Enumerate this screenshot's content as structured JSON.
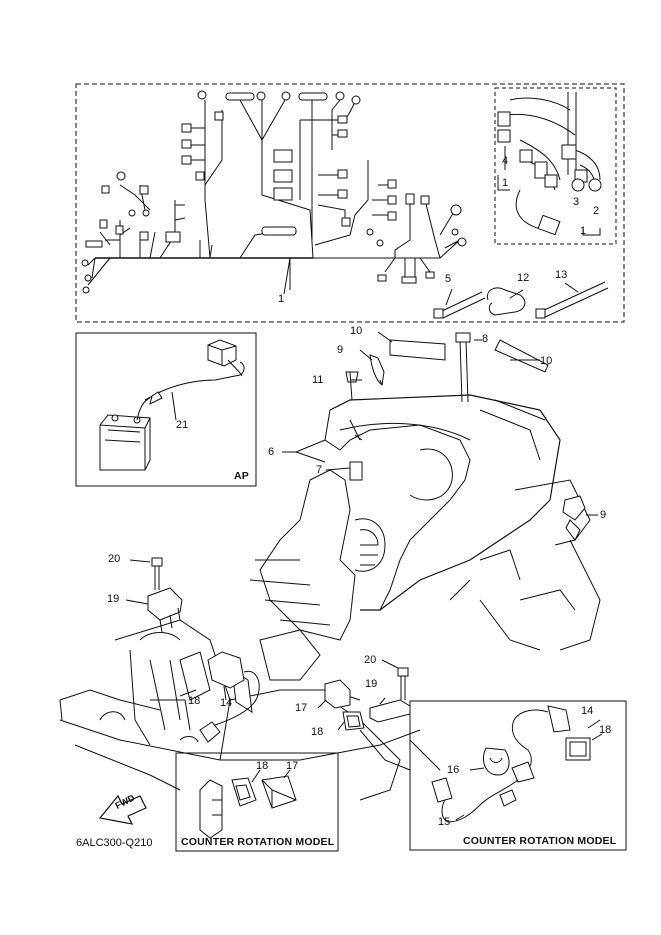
{
  "diagram_code": "6ALC300-Q210",
  "fwd_arrow_text": "FWD",
  "inset_ap_label": "AP",
  "counter_rotation_left": "COUNTER ROTATION MODEL",
  "counter_rotation_right": "COUNTER ROTATION MODEL",
  "callouts": {
    "c1_main": "1",
    "c1_inset": "1",
    "c1_inset_b": "1",
    "c2": "2",
    "c3": "3",
    "c4": "4",
    "c5": "5",
    "c6": "6",
    "c7": "7",
    "c8": "8",
    "c9_top": "9",
    "c9_right": "9",
    "c10_top": "10",
    "c10_right": "10",
    "c11": "11",
    "c12": "12",
    "c13": "13",
    "c14_left": "14",
    "c14_right": "14",
    "c15": "15",
    "c16": "16",
    "c17_mid": "17",
    "c17_box": "17",
    "c18_left": "18",
    "c18_mid": "18",
    "c18_box": "18",
    "c18_right": "18",
    "c19_left": "19",
    "c19_mid": "19",
    "c20_left": "20",
    "c20_mid": "20",
    "c21": "21"
  }
}
